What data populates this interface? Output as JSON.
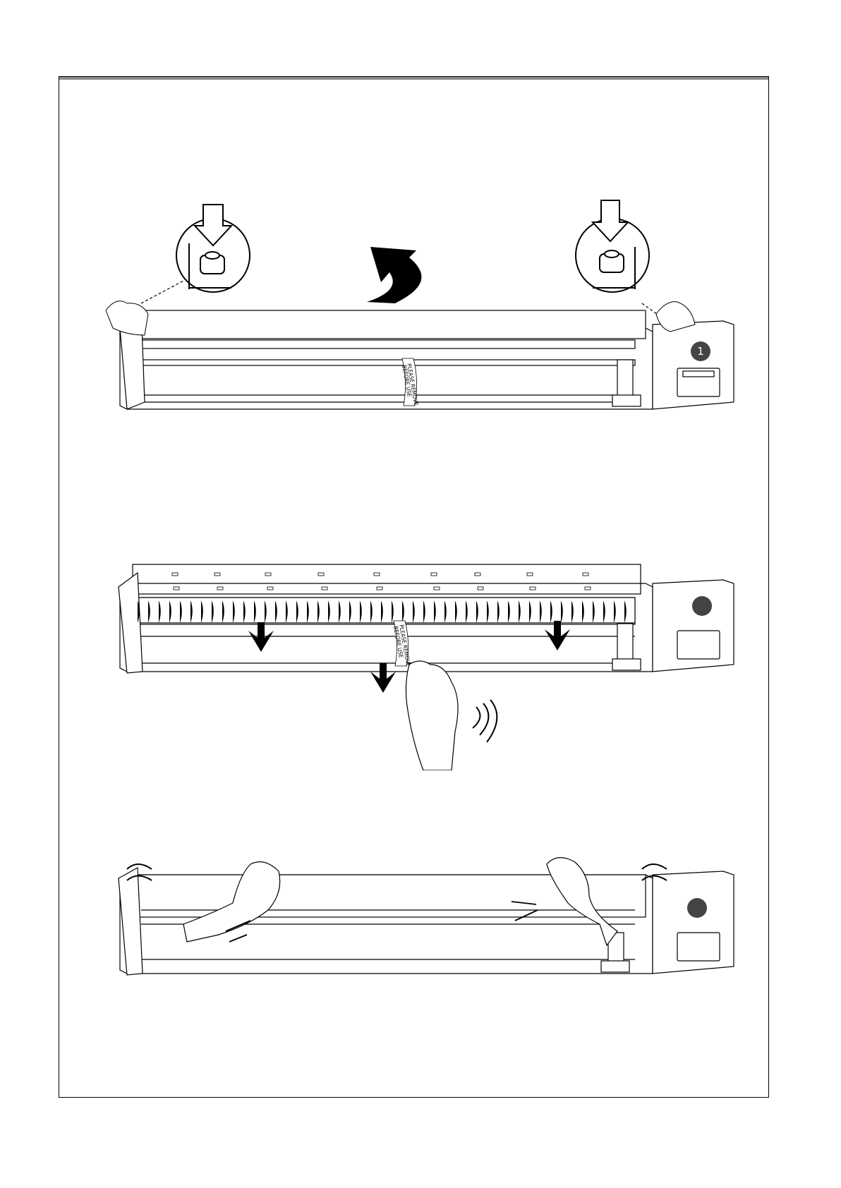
{
  "steps": [
    {
      "badge": "1",
      "color": "#444444"
    },
    {
      "badge": "",
      "color": "#444444"
    },
    {
      "badge": "",
      "color": "#444444"
    }
  ],
  "tape_label": {
    "line1": "PLEASE REMOVE",
    "line2": "BEFORE USE"
  }
}
